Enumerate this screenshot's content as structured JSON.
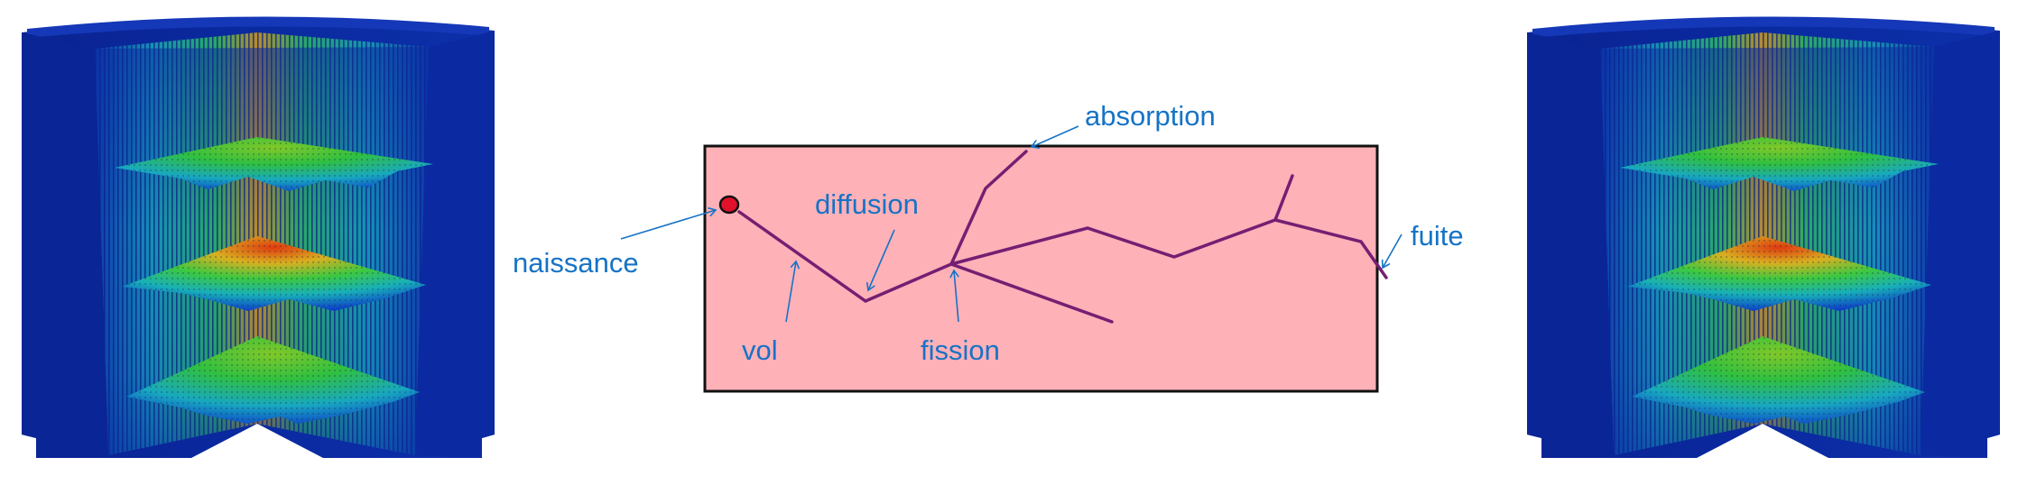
{
  "figure": {
    "left_image": {
      "caption": "",
      "description": "3D cutaway of nuclear reactor core showing neutron flux distribution",
      "colormap": [
        "#0a1f9a",
        "#0f60d0",
        "#12b0c8",
        "#22c84a",
        "#d8c020",
        "#e03010"
      ]
    },
    "right_image": {
      "caption": "",
      "description": "3D cutaway of nuclear reactor core showing neutron flux distribution",
      "colormap": [
        "#0a1f9a",
        "#0f60d0",
        "#12b0c8",
        "#22c84a",
        "#d8c020",
        "#e03010"
      ]
    },
    "diagram": {
      "box_color": "#ffb1b8",
      "path_color": "#741f72",
      "source_color": "#e0112b",
      "label_color": "#1673c6",
      "labels": {
        "absorption": "absorption",
        "diffusion": "diffusion",
        "naissance": "naissance",
        "vol": "vol",
        "fission": "fission",
        "fuite": "fuite"
      }
    }
  }
}
